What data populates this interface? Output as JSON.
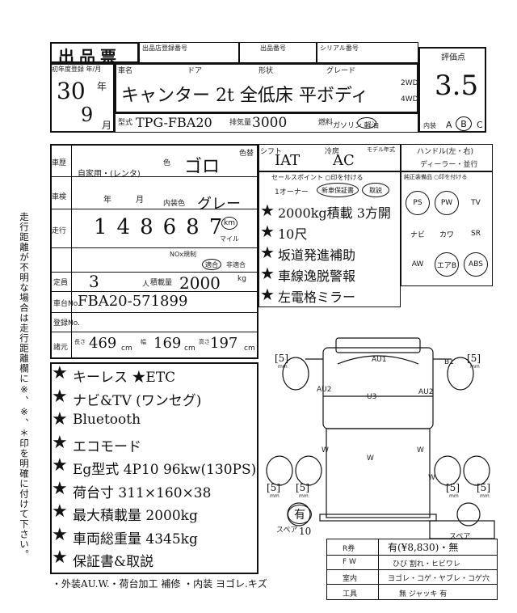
{
  "header": {
    "title": "出品票",
    "reg_no_label": "出品店登録番号",
    "ship_no_label": "出品番号",
    "seri_label": "シリアル番号",
    "car_name_label": "車名",
    "dr_label": "ドア",
    "katashiki_label": "形状",
    "grade_label": "グレード",
    "year_label": "初年度登録 年/月"
  },
  "car": {
    "year": "30",
    "year_unit": "年",
    "month": "9",
    "month_unit": "月",
    "name": "キャンター 2t 全低床 平ボディ",
    "model_label": "型式",
    "model": "TPG-FBA20",
    "displacement_label": "排気量",
    "displacement": "3000",
    "fuel_label": "燃料",
    "fuel": "ガソリン 軽油",
    "drive_2wd": "2WD",
    "drive_4wd": "4WD"
  },
  "score": {
    "label": "評価点",
    "value": "3.5",
    "interior_a": "A",
    "interior_b": "B",
    "interior_c": "C",
    "interior_label": "内装"
  },
  "info": {
    "usage_label": "車歴",
    "usage_value": "自家用・(レンタ)",
    "color_label": "色",
    "color": "ゴロ",
    "color_change_label": "色替",
    "inner_color_label": "内装色",
    "inner_color": "グレー",
    "inspection_label": "車検",
    "year_word": "年",
    "month_word": "月",
    "mileage_label": "走行",
    "mileage": "148687",
    "mileage_unit": "km",
    "mileage_unit2": "マイル",
    "shift_label": "シフト",
    "shift": "IAT",
    "ac_label": "冷房",
    "ac": "AC",
    "model_year_label": "モデル年式",
    "handle_label": "ハンドル(左・右)",
    "dealer_label": "ディーラー・並行",
    "sales_point_label": "セールスポイント ○印を付ける",
    "one_owner": "1オーナー",
    "warranty": "新車保証書",
    "manual": "取説",
    "capacity_label": "定員",
    "capacity": "3",
    "capacity_unit": "人",
    "load_label": "積載量",
    "load": "2000",
    "load_unit": "kg",
    "chassis_label": "車台No.",
    "chassis": "FBA20-571899",
    "reg_no_label": "登録No.",
    "dims_label": "諸元",
    "length_label": "長さ",
    "length": "469",
    "width_label": "幅",
    "width": "169",
    "height_label": "高さ",
    "height": "197",
    "cm": "cm",
    "recycle_label": "NOx規制",
    "nox_ok": "適合",
    "nox_ng": "非適合"
  },
  "sales_points": [
    "2000kg積載 3方開",
    "10尺",
    "坂道発進補助",
    "車線逸脱警報",
    "左電格ミラー"
  ],
  "equipment": {
    "label": "純正装備品 ○印を付ける",
    "items": [
      "PS",
      "PW",
      "TV",
      "ナビ",
      "カワ",
      "SR",
      "AW",
      "エアB",
      "ABS"
    ]
  },
  "features": [
    "キーレス ★ETC",
    "ナビ&TV (ワンセグ)",
    "Bluetooth",
    "エコモード",
    "Eg型式 4P10 96kw(130PS)",
    "荷台寸 311×160×38",
    "最大積載量 2000kg",
    "車両総重量 4345kg",
    "保証書&取説"
  ],
  "remarks": "・外装AU.W.・荷台加工 補修 ・内装 ヨゴレ.キズ",
  "diagram": {
    "marks": [
      "AU1",
      "AU2",
      "U3",
      "B1",
      "AU2",
      "W",
      "W",
      "W",
      "W"
    ],
    "tire_labels": [
      "5",
      "5",
      "5",
      "5",
      "5",
      "5"
    ],
    "tire_unit": "mm",
    "spare_label": "スペア",
    "spare": "有",
    "spare_depth": "10",
    "spare_label2": "スペア"
  },
  "side_note": "走行距離が不明な場合は走行距離欄に※、※、＊印を明確に付けて下さい。",
  "footer": {
    "recycle_label": "R券",
    "recycle_value": "有(¥8,830)・無",
    "fw_label": "F W",
    "fw_value": "ひび 割れ・ヒビワレ",
    "interior_label": "室内",
    "interior_value": "ヨゴレ・コゲ・ヤブレ・コゲ穴",
    "tools_label": "工具",
    "tools_value": "無 ジャッキ 有"
  }
}
